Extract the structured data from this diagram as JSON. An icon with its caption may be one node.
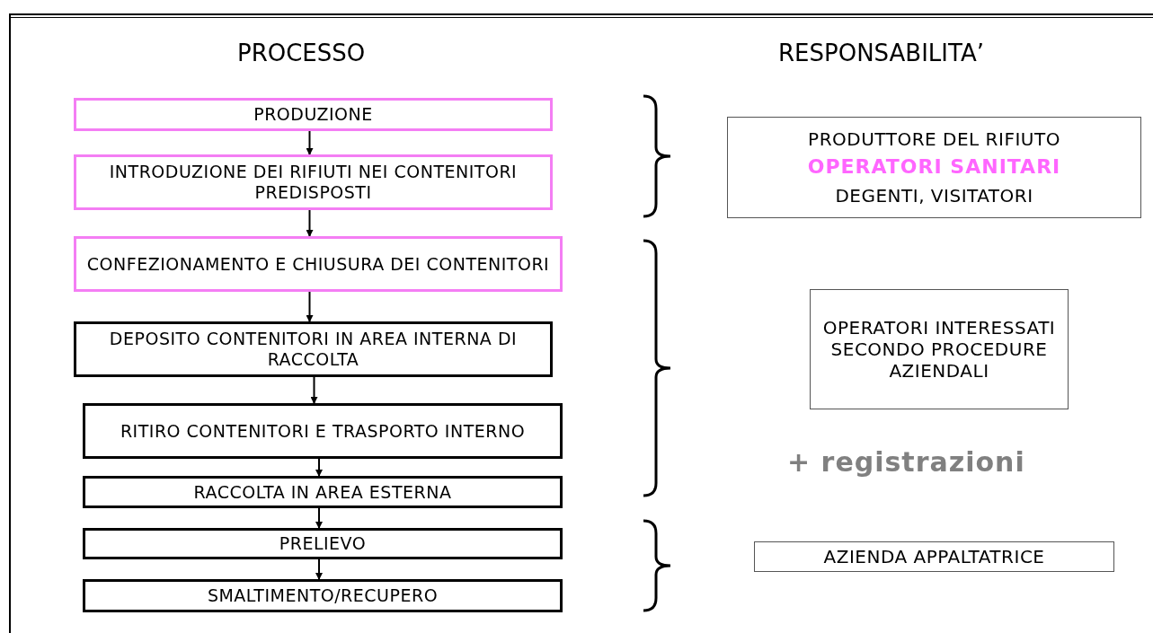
{
  "diagram": {
    "nodes": [
      {
        "text": [
          "PRODUZIONE"
        ]
      },
      {
        "text": [
          "INTRODUZIONE DEI RIFIUTI NEI CONTENITORI PREDISPOSTI"
        ]
      },
      {
        "text": [
          "CONFEZIONAMENTO E CHIUSURA DEI CONTENITORI"
        ]
      },
      {
        "text": [
          "DEPOSITO CONTENITORI IN AREA INTERNA DI RACCOLTA"
        ]
      },
      {
        "text": [
          "RITIRO CONTENITORI E TRASPORTO INTERNO"
        ]
      },
      {
        "text": [
          "RACCOLTA IN AREA ESTERNA"
        ]
      },
      {
        "text": [
          "PRELIEVO"
        ]
      },
      {
        "text": [
          "SMALTIMENTO/RECUPERO"
        ]
      },
      {
        "text": [
          "PRODUTTORE DEL RIFIUTO",
          "OPERATORI SANITARI",
          "DEGENTI, VISITATORI"
        ]
      },
      {
        "text": [
          "OPERATORI INTERESSATI SECONDO PROCEDURE AZIENDALI"
        ]
      },
      {
        "text": [
          "AZIENDA APPALTATRICE"
        ]
      }
    ],
    "edges": [
      {
        "from": 0,
        "to": 1,
        "arrow": "to"
      },
      {
        "from": 1,
        "to": 2,
        "arrow": "to"
      },
      {
        "from": 2,
        "to": 3,
        "arrow": "to"
      },
      {
        "from": 3,
        "to": 4,
        "arrow": "to"
      },
      {
        "from": 4,
        "to": 5,
        "arrow": "to"
      },
      {
        "from": 5,
        "to": 6,
        "arrow": "to"
      },
      {
        "from": 6,
        "to": 7,
        "arrow": "to"
      }
    ],
    "labels": [
      "PROCESSO",
      "RESPONSABILITA’",
      "+ registrazioni"
    ]
  }
}
